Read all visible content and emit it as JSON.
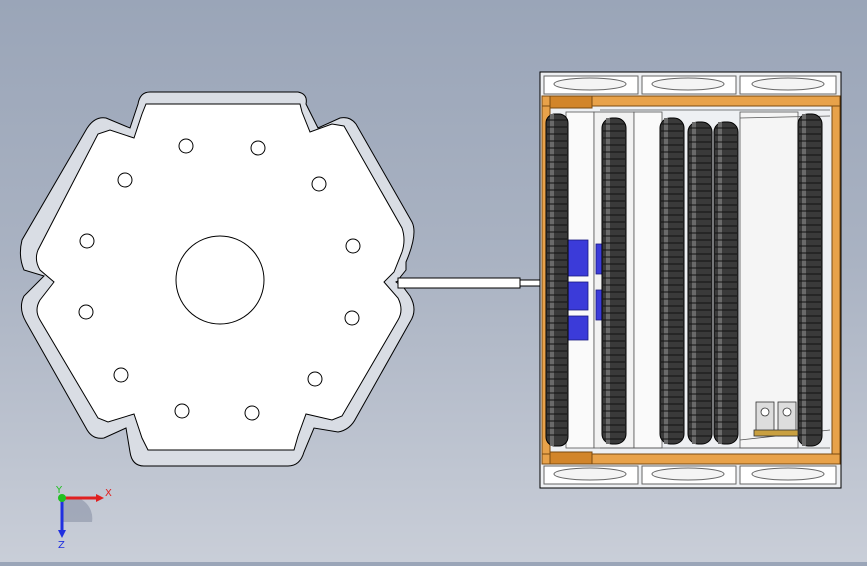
{
  "viewport": {
    "background_top": "#9aa5b8",
    "background_bottom": "#c9ced8",
    "part_fill": "#ffffff",
    "edge_color": "#000000"
  },
  "model": {
    "hex_plate": {
      "name": "hex-plate",
      "bolt_hole_count": 12,
      "center_bore": true
    },
    "connecting_rod": {
      "name": "connecting-rod"
    },
    "roller_assembly": {
      "name": "roller-assembly",
      "frame_color": "#e8a24a",
      "roller_color": "#3a3a3a",
      "highlight_color": "#3b3bd9",
      "roller_count": 6
    }
  },
  "triad": {
    "x_label": "X",
    "y_label": "Y",
    "z_label": "Z",
    "x_color": "#e02020",
    "y_color": "#20c020",
    "z_color": "#2030e0"
  }
}
